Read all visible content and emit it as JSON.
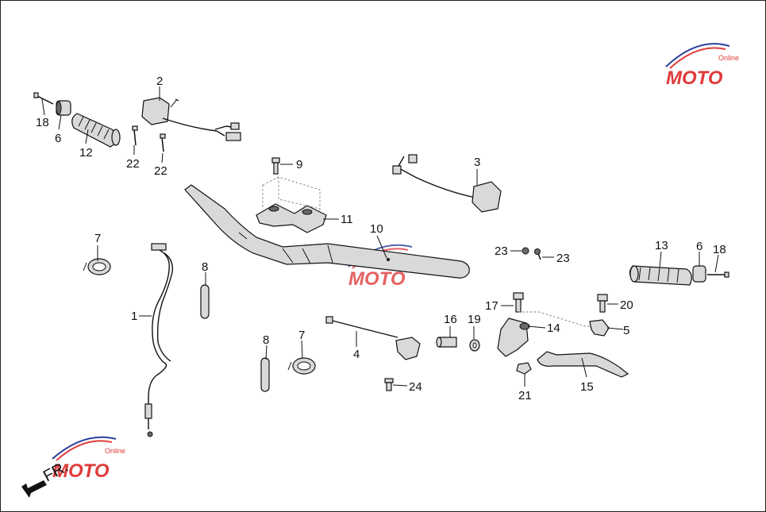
{
  "diagram": {
    "labels": [
      {
        "id": "l1",
        "text": "1"
      },
      {
        "id": "l2",
        "text": "2"
      },
      {
        "id": "l3",
        "text": "3"
      },
      {
        "id": "l4",
        "text": "4"
      },
      {
        "id": "l5",
        "text": "5"
      },
      {
        "id": "l6a",
        "text": "6"
      },
      {
        "id": "l6b",
        "text": "6"
      },
      {
        "id": "l7a",
        "text": "7"
      },
      {
        "id": "l7b",
        "text": "7"
      },
      {
        "id": "l8a",
        "text": "8"
      },
      {
        "id": "l8b",
        "text": "8"
      },
      {
        "id": "l9",
        "text": "9"
      },
      {
        "id": "l10",
        "text": "10"
      },
      {
        "id": "l11",
        "text": "11"
      },
      {
        "id": "l12",
        "text": "12"
      },
      {
        "id": "l13",
        "text": "13"
      },
      {
        "id": "l14",
        "text": "14"
      },
      {
        "id": "l15",
        "text": "15"
      },
      {
        "id": "l16",
        "text": "16"
      },
      {
        "id": "l17",
        "text": "17"
      },
      {
        "id": "l18a",
        "text": "18"
      },
      {
        "id": "l18b",
        "text": "18"
      },
      {
        "id": "l19",
        "text": "19"
      },
      {
        "id": "l20",
        "text": "20"
      },
      {
        "id": "l21",
        "text": "21"
      },
      {
        "id": "l22a",
        "text": "22"
      },
      {
        "id": "l22b",
        "text": "22"
      },
      {
        "id": "l23a",
        "text": "23"
      },
      {
        "id": "l23b",
        "text": "23"
      },
      {
        "id": "l24",
        "text": "24"
      }
    ],
    "direction_label": "FR.",
    "watermark": {
      "text": "MOTO",
      "sub": "Online"
    }
  },
  "colors": {
    "line": "#111111",
    "part_fill": "#d9d9d9",
    "watermark_red": "#e03a3a",
    "watermark_blue": "#2a3f9a"
  }
}
